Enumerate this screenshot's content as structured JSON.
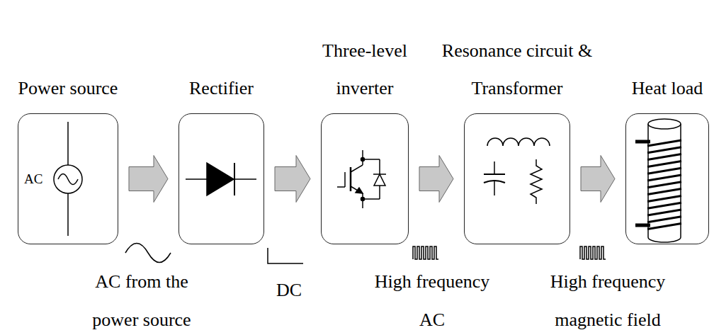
{
  "diagram": {
    "nodes": [
      {
        "text": [
          "Power source",
          "AC"
        ]
      },
      {
        "text": [
          "Rectifier"
        ]
      },
      {
        "text": [
          "Three-level inverter"
        ]
      },
      {
        "text": [
          "Resonance circuit & Transformer"
        ]
      },
      {
        "text": [
          "Heat load"
        ]
      }
    ],
    "edges": [
      {
        "from": 0,
        "to": 1,
        "arrow": "to"
      },
      {
        "from": 1,
        "to": 2,
        "arrow": "to"
      },
      {
        "from": 2,
        "to": 3,
        "arrow": "to"
      },
      {
        "from": 3,
        "to": 4,
        "arrow": "to"
      }
    ],
    "labels": [
      "AC from the power source",
      "DC",
      "High frequency AC",
      "High frequency magnetic field"
    ]
  }
}
